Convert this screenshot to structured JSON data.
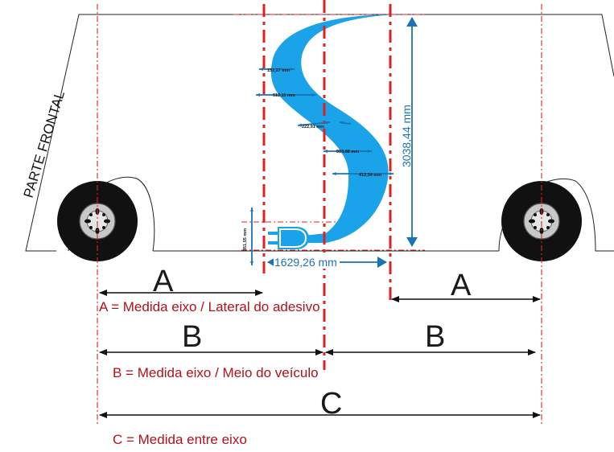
{
  "vehicle": {
    "front_label": "PARTE FRONTAL"
  },
  "dimensions": {
    "height": "3038,44 mm",
    "width": "1629,26 mm",
    "plug_height": "351,55 mm",
    "inner": [
      "152,27 mm",
      "512,11 mm",
      "222,91 mm",
      "553,98 mm",
      "412,54 mm"
    ]
  },
  "measures": {
    "a": "A",
    "b": "B",
    "c": "C"
  },
  "legend": {
    "a": "A = Medida eixo / Lateral do adesivo",
    "b": "B = Medida eixo / Meio do veículo",
    "c": "C = Medida entre eixo"
  },
  "colors": {
    "decal": "#1aa3e8",
    "axis_line": "#e0201f",
    "dimension": "#1a73b5",
    "legend_text": "#b0121b"
  }
}
